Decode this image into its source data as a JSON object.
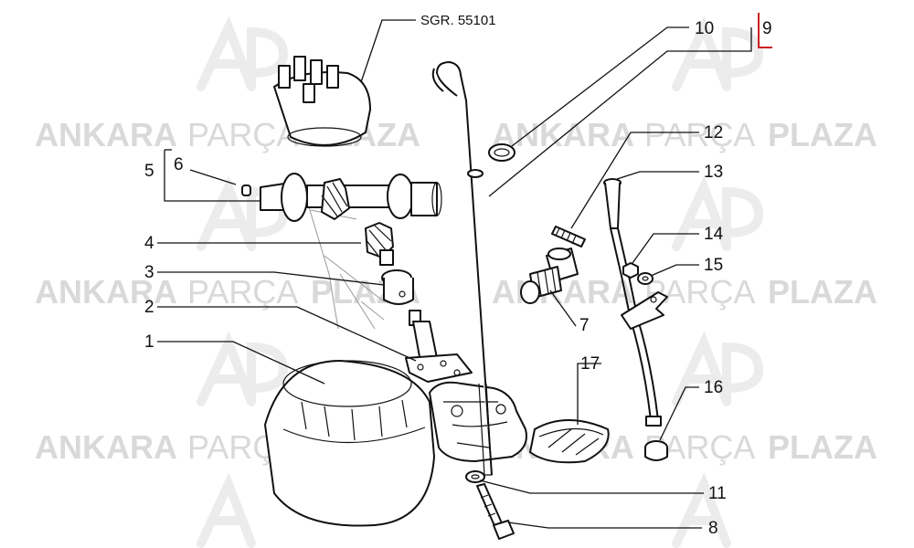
{
  "watermark": {
    "word1": "ANKARA",
    "word2": "PARÇA",
    "word3": "PLAZA",
    "logo_text": "AP"
  },
  "diagram": {
    "reference": "SGR. 55101",
    "callouts": [
      "1",
      "2",
      "3",
      "4",
      "5",
      "6",
      "7",
      "8",
      "9",
      "10",
      "11",
      "12",
      "13",
      "14",
      "15",
      "16",
      "17"
    ]
  },
  "colors": {
    "ink": "#111111",
    "watermark": "#d9d9d9",
    "bracket": "#cc1f1f"
  }
}
